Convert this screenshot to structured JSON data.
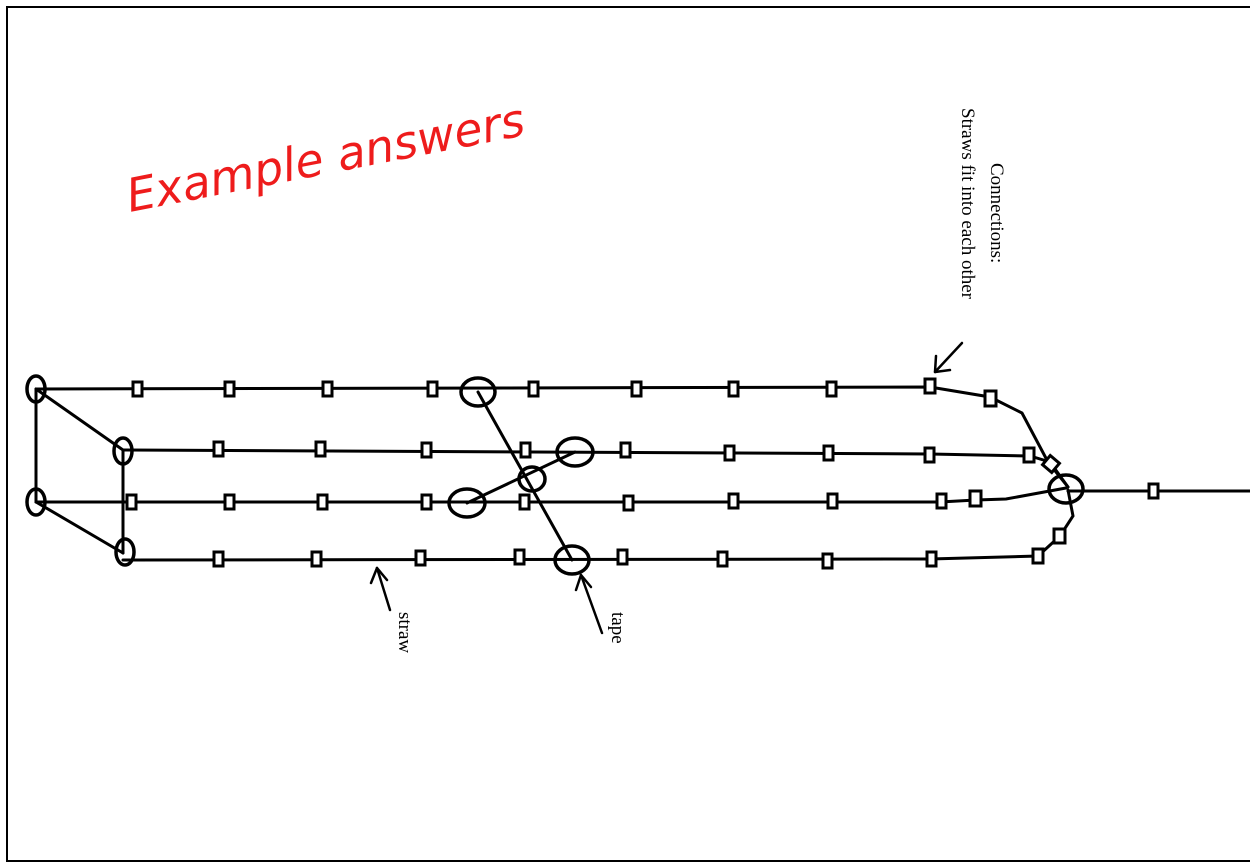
{
  "title": "Example answers",
  "labels": {
    "connections_line1": "Connections:",
    "connections_line2": "Straws fit into each other",
    "straw": "straw",
    "tape": "tape"
  },
  "colors": {
    "title": "#ee1c1c",
    "lines": "#000000",
    "background": "#ffffff"
  }
}
